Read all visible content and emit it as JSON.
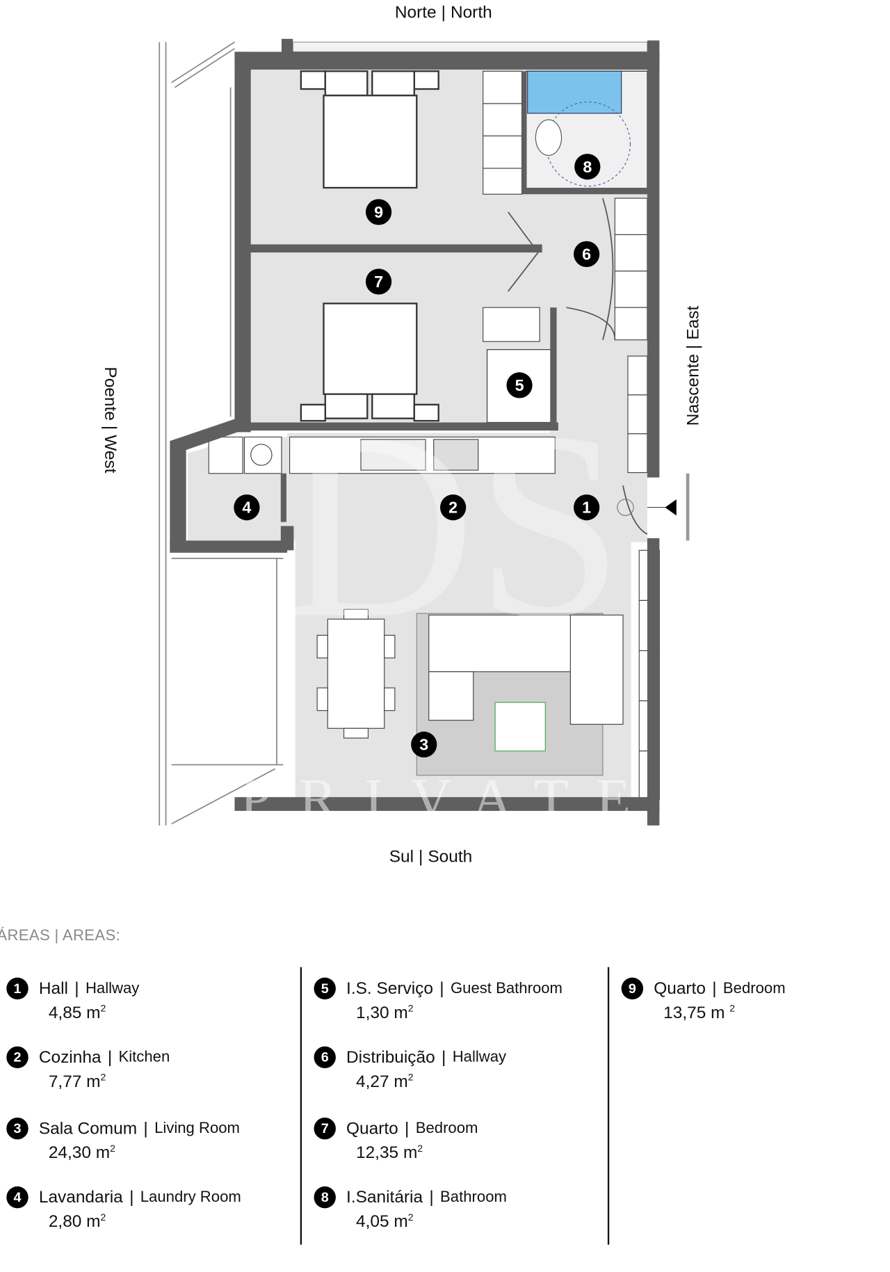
{
  "compass": {
    "north": {
      "pt": "Norte",
      "en": "North"
    },
    "south": {
      "pt": "Sul",
      "en": "South"
    },
    "west": {
      "pt": "Poente",
      "en": "West"
    },
    "east": {
      "pt": "Nascente",
      "en": "East"
    }
  },
  "watermark": {
    "logo": "DS",
    "text": "PRIVATE"
  },
  "colors": {
    "wall": "#5f5f5f",
    "floor": "#e4e4e4",
    "shower": "#7cc3ec",
    "marker": "#000000"
  },
  "plan_markers": [
    "1",
    "2",
    "3",
    "4",
    "5",
    "6",
    "7",
    "8",
    "9"
  ],
  "areas": {
    "title": "ÁREAS | AREAS:",
    "columns": [
      [
        {
          "num": "1",
          "pt": "Hall",
          "en": "Hallway",
          "area": "4,85 m",
          "unit_sup": "2"
        },
        {
          "num": "2",
          "pt": "Cozinha",
          "en": "Kitchen",
          "area": "7,77 m",
          "unit_sup": "2"
        },
        {
          "num": "3",
          "pt": "Sala Comum",
          "en": "Living Room",
          "area": "24,30 m",
          "unit_sup": "2"
        },
        {
          "num": "4",
          "pt": "Lavandaria",
          "en": "Laundry Room",
          "area": "2,80 m",
          "unit_sup": "2"
        }
      ],
      [
        {
          "num": "5",
          "pt": "I.S. Serviço",
          "en": "Guest Bathroom",
          "area": "1,30 m",
          "unit_sup": "2"
        },
        {
          "num": "6",
          "pt": "Distribuição",
          "en": "Hallway",
          "area": "4,27  m",
          "unit_sup": "2"
        },
        {
          "num": "7",
          "pt": "Quarto",
          "en": "Bedroom",
          "area": "12,35 m",
          "unit_sup": "2"
        },
        {
          "num": "8",
          "pt": "I.Sanitária",
          "en": "Bathroom",
          "area": "4,05 m",
          "unit_sup": "2"
        }
      ],
      [
        {
          "num": "9",
          "pt": "Quarto",
          "en": "Bedroom",
          "area": "13,75 m ",
          "unit_sup": "2"
        }
      ]
    ]
  }
}
